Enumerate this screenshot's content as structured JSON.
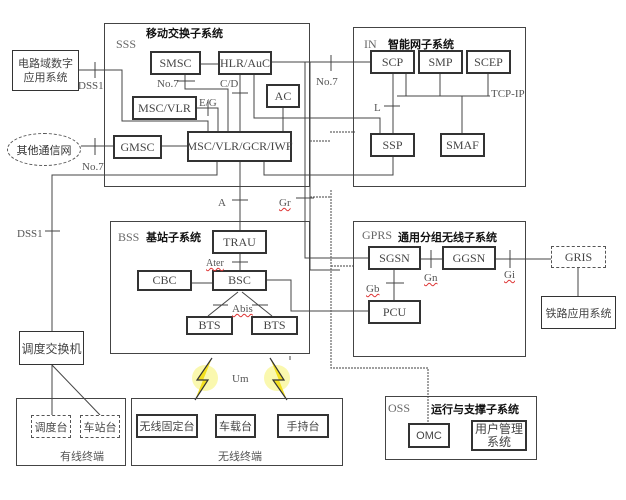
{
  "subsystems": {
    "sss": {
      "code": "SSS",
      "title": "移动交换子系统"
    },
    "in": {
      "code": "IN",
      "title": "智能网子系统"
    },
    "bss": {
      "code": "BSS",
      "title": "基站子系统"
    },
    "gprs": {
      "code": "GPRS",
      "title": "通用分组无线子系统"
    },
    "oss": {
      "code": "OSS",
      "title": "运行与支撑子系统"
    }
  },
  "nodes": {
    "smsc": "SMSC",
    "hlr_auc": "HLR/AuC",
    "msc_vlr": "MSC/VLR",
    "ac": "AC",
    "gmsc": "GMSC",
    "msc_vlr_gcr_iwf": "MSC/VLR/GCR/IWF",
    "scp": "SCP",
    "smp": "SMP",
    "scep": "SCEP",
    "ssp": "SSP",
    "smaf": "SMAF",
    "trau": "TRAU",
    "cbc": "CBC",
    "bsc": "BSC",
    "bts_1": "BTS",
    "bts_2": "BTS",
    "sgsn": "SGSN",
    "ggsn": "GGSN",
    "pcu": "PCU",
    "gris": "GRIS",
    "railway_app": "铁路应用系统",
    "omc": "OMC",
    "user_mgmt": "用户管理系统",
    "circuit_data_app": "电路域数字应用系统",
    "other_network": "其他通信网",
    "dispatch_switch": "调度交换机",
    "dispatch_desk": "调度台",
    "station_desk": "车站台",
    "wireless_fixed": "无线固定台",
    "vehicle_radio": "车载台",
    "handheld": "手持台"
  },
  "groups": {
    "wired_terminals": "有线终端",
    "wireless_terminals": "无线终端"
  },
  "interfaces": {
    "dss1_top": "DSS1",
    "no7_smsc": "No.7",
    "cd": "C/D",
    "eg": "E/G",
    "no7_gmsc": "No.7",
    "no7_in": "No.7",
    "tcp_ip": "TCP-IP",
    "l": "L",
    "a": "A",
    "gr": "Gr",
    "dss1_left": "DSS1",
    "ater": "Ater",
    "abis": "Abis",
    "gn": "Gn",
    "gi": "Gi",
    "gb": "Gb",
    "um": "Um"
  }
}
